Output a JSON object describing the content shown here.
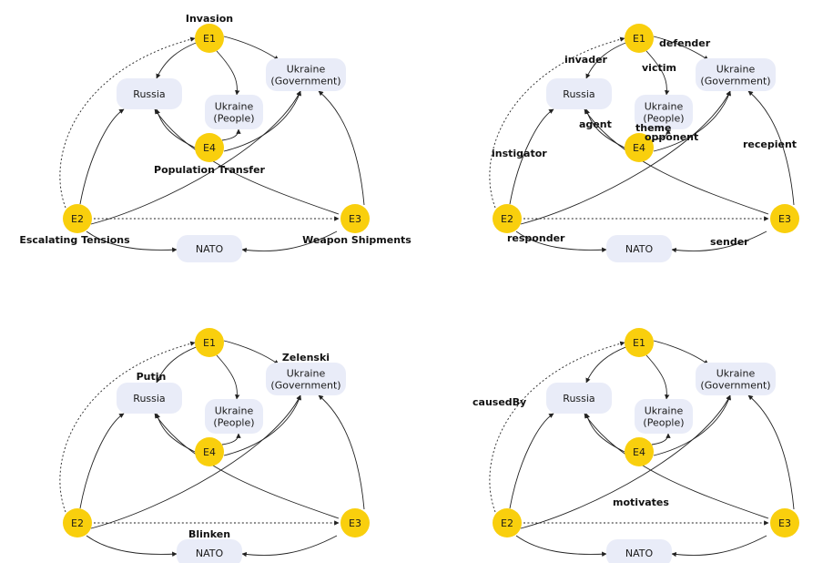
{
  "colors": {
    "event_fill": "#f9cf0d",
    "entity_fill": "#e9ecf8",
    "edge": "#222222"
  },
  "panels": [
    {
      "events": {
        "E1": "E1",
        "E2": "E2",
        "E3": "E3",
        "E4": "E4"
      },
      "entities": {
        "russia": [
          "Russia"
        ],
        "ukr_gov": [
          "Ukraine",
          "(Government)"
        ],
        "ukr_people": [
          "Ukraine",
          "(People)"
        ],
        "nato": [
          "NATO"
        ]
      },
      "labels": [
        {
          "key": "e1_label",
          "text": "Invasion"
        },
        {
          "key": "e4_label",
          "text": "Population Transfer"
        },
        {
          "key": "e2_label",
          "text": "Escalating Tensions"
        },
        {
          "key": "e3_label",
          "text": "Weapon Shipments"
        }
      ]
    },
    {
      "events": {
        "E1": "E1",
        "E2": "E2",
        "E3": "E3",
        "E4": "E4"
      },
      "entities": {
        "russia": [
          "Russia"
        ],
        "ukr_gov": [
          "Ukraine",
          "(Government)"
        ],
        "ukr_people": [
          "Ukraine",
          "(People)"
        ],
        "nato": [
          "NATO"
        ]
      },
      "labels": [
        {
          "key": "invader",
          "text": "invader"
        },
        {
          "key": "victim",
          "text": "victim"
        },
        {
          "key": "defender",
          "text": "defender"
        },
        {
          "key": "agent",
          "text": "agent"
        },
        {
          "key": "theme",
          "text": "theme"
        },
        {
          "key": "opponent",
          "text": "opponent"
        },
        {
          "key": "instigator",
          "text": "instigator"
        },
        {
          "key": "recepient",
          "text": "recepient"
        },
        {
          "key": "responder",
          "text": "responder"
        },
        {
          "key": "sender",
          "text": "sender"
        }
      ]
    },
    {
      "events": {
        "E1": "E1",
        "E2": "E2",
        "E3": "E3",
        "E4": "E4"
      },
      "entities": {
        "russia": [
          "Russia"
        ],
        "ukr_gov": [
          "Ukraine",
          "(Government)"
        ],
        "ukr_people": [
          "Ukraine",
          "(People)"
        ],
        "nato": [
          "NATO"
        ]
      },
      "labels": [
        {
          "key": "putin",
          "text": "Putin"
        },
        {
          "key": "zelenski",
          "text": "Zelenski"
        },
        {
          "key": "blinken",
          "text": "Blinken"
        }
      ]
    },
    {
      "events": {
        "E1": "E1",
        "E2": "E2",
        "E3": "E3",
        "E4": "E4"
      },
      "entities": {
        "russia": [
          "Russia"
        ],
        "ukr_gov": [
          "Ukraine",
          "(Government)"
        ],
        "ukr_people": [
          "Ukraine",
          "(People)"
        ],
        "nato": [
          "NATO"
        ]
      },
      "labels": [
        {
          "key": "causedBy",
          "text": "causedBy"
        },
        {
          "key": "motivates",
          "text": "motivates"
        }
      ]
    }
  ]
}
